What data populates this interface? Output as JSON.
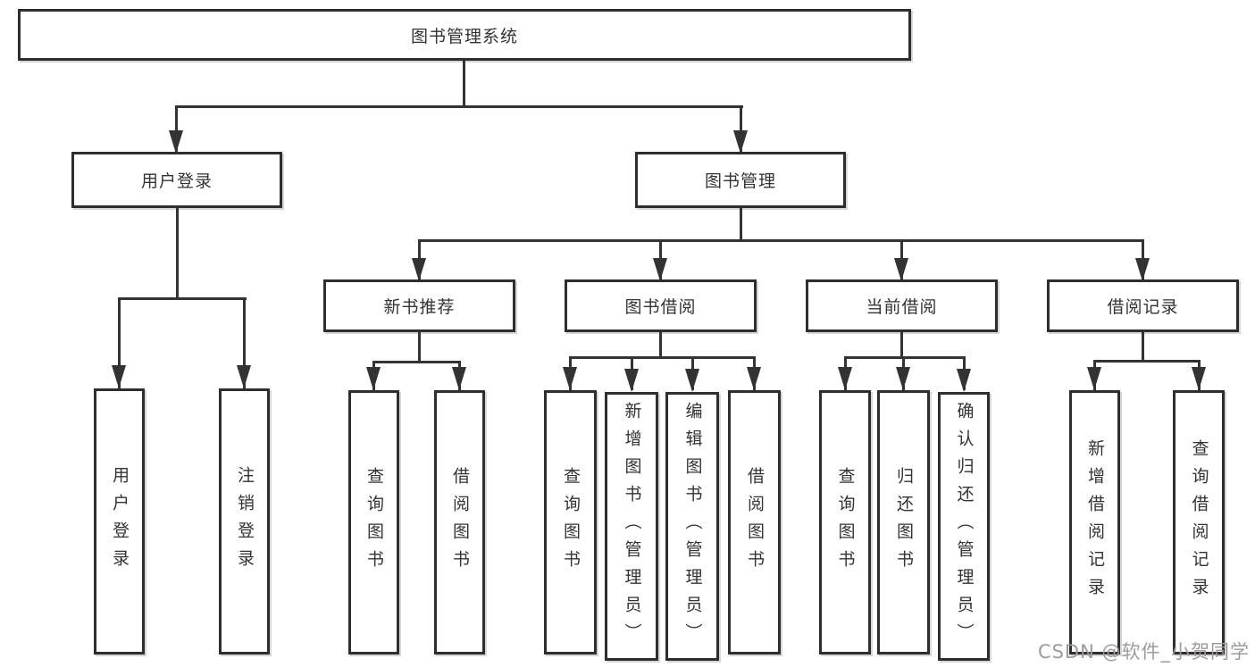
{
  "colors": {
    "background": "#ffffff",
    "line": "#333333",
    "box_border": "#2e2e2e",
    "box_background": "#ffffff",
    "text": "#333333",
    "watermark_text": "#9f9a9b"
  },
  "diagram": {
    "root": {
      "label": "图书管理系统"
    },
    "branches": [
      {
        "label": "用户登录",
        "children": [
          {
            "label": "用户登录"
          },
          {
            "label": "注销登录"
          }
        ]
      },
      {
        "label": "图书管理",
        "children": [
          {
            "label": "新书推荐",
            "children": [
              {
                "label": "查询图书"
              },
              {
                "label": "借阅图书"
              }
            ]
          },
          {
            "label": "图书借阅",
            "children": [
              {
                "label": "查询图书"
              },
              {
                "label": "新增图书（管理员）"
              },
              {
                "label": "编辑图书（管理员）"
              },
              {
                "label": "借阅图书"
              }
            ]
          },
          {
            "label": "当前借阅",
            "children": [
              {
                "label": "查询图书"
              },
              {
                "label": "归还图书"
              },
              {
                "label": "确认归还（管理员）"
              }
            ]
          },
          {
            "label": "借阅记录",
            "children": [
              {
                "label": "新增借阅记录"
              },
              {
                "label": "查询借阅记录"
              }
            ]
          }
        ]
      }
    ]
  },
  "watermark": {
    "text": "CSDN @软件_小贺同学"
  }
}
